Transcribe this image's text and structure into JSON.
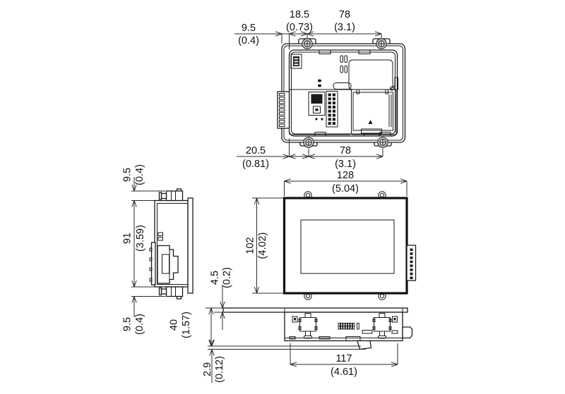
{
  "rear_view": {
    "dim_bezel_overhang": {
      "mm": "9.5",
      "inch": "(0.4)"
    },
    "dim_screw_offset_top": {
      "mm": "18.5",
      "inch": "(0.73)"
    },
    "dim_screw_pitch_top": {
      "mm": "78",
      "inch": "(3.1)"
    },
    "dim_screw_offset_bottom": {
      "mm": "20.5",
      "inch": "(0.81)"
    },
    "dim_screw_pitch_bottom": {
      "mm": "78",
      "inch": "(3.1)"
    }
  },
  "side_view": {
    "dim_clamp_top": {
      "mm": "9.5",
      "inch": "(0.4)"
    },
    "dim_body_height": {
      "mm": "91",
      "inch": "(3.59)"
    },
    "dim_clamp_bottom": {
      "mm": "9.5",
      "inch": "(0.4)"
    }
  },
  "front_view": {
    "dim_width": {
      "mm": "128",
      "inch": "(5.04)"
    },
    "dim_height": {
      "mm": "102",
      "inch": "(4.02)"
    },
    "dim_bezel_thickness": {
      "mm": "4.5",
      "inch": "(0.2)"
    }
  },
  "bottom_view": {
    "dim_depth": {
      "mm": "40",
      "inch": "(1.57)"
    },
    "dim_rear_clearance": {
      "mm": "2.9",
      "inch": "(0.12)"
    },
    "dim_body_width": {
      "mm": "117",
      "inch": "(4.61)"
    }
  }
}
